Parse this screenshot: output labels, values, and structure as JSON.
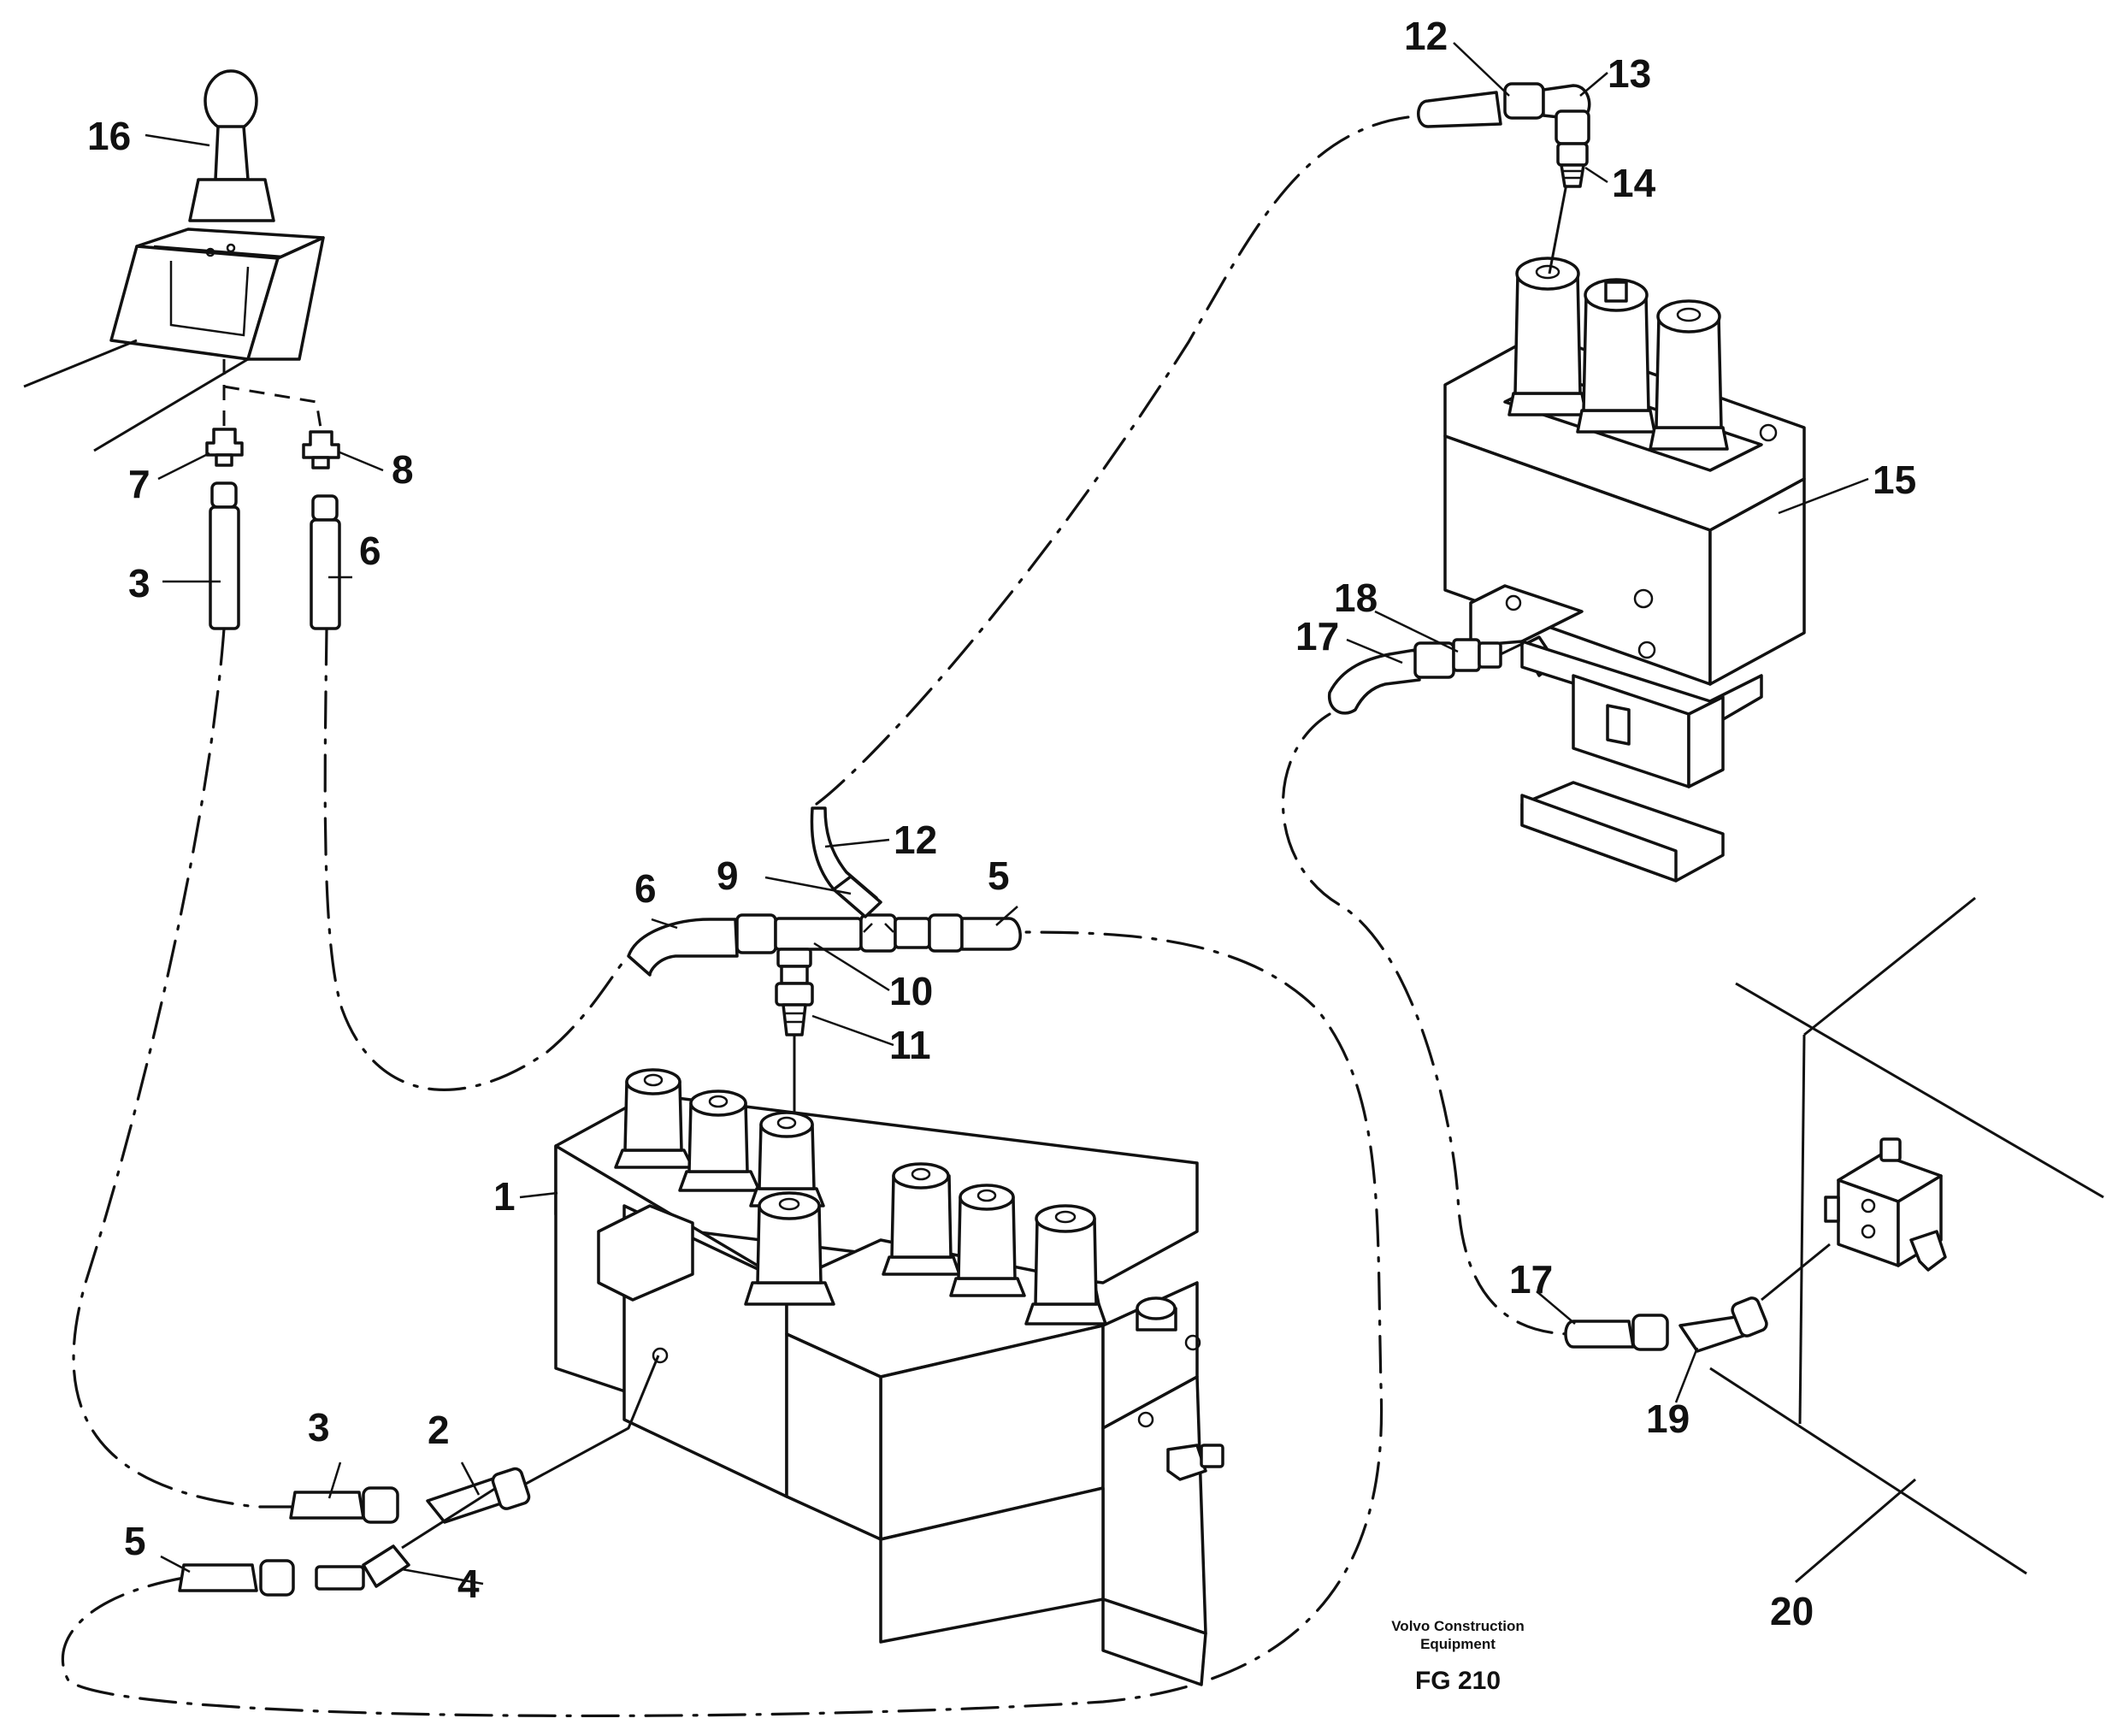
{
  "diagram": {
    "callouts": {
      "c1": "1",
      "c2": "2",
      "c3a": "3",
      "c3b": "3",
      "c4": "4",
      "c5a": "5",
      "c5b": "5",
      "c6a": "6",
      "c6b": "6",
      "c7": "7",
      "c8": "8",
      "c9": "9",
      "c10": "10",
      "c11": "11",
      "c12a": "12",
      "c12b": "12",
      "c13": "13",
      "c14": "14",
      "c15": "15",
      "c16": "16",
      "c17a": "17",
      "c17b": "17",
      "c18": "18",
      "c19": "19",
      "c20": "20"
    },
    "caption": {
      "brand_line1": "Volvo Construction",
      "brand_line2": "Equipment",
      "figure_code": "FG 210"
    }
  }
}
